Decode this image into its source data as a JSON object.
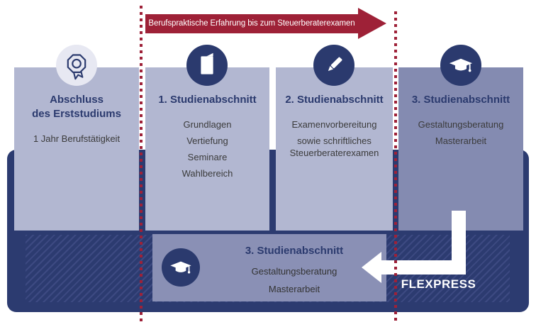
{
  "banner": {
    "label": "Berufspraktische Erfahrung bis zum Steuerberaterexamen",
    "color": "#9e2137",
    "text_color": "#ffffff"
  },
  "timeline": {
    "dotted_line_color": "#9e2138",
    "lines": [
      "left-boundary",
      "right-boundary"
    ]
  },
  "columns": [
    {
      "icon": "rosette-award-icon",
      "icon_style": "navy outline on light circle",
      "title": "Abschluss\ndes Erststudiums",
      "items": [
        "1 Jahr Berufstätigkeit"
      ]
    },
    {
      "icon": "booklet-icon",
      "icon_style": "white on navy circle",
      "title": "1. Studienabschnitt",
      "items": [
        "Grundlagen",
        "Vertiefung",
        "Seminare",
        "Wahlbereich"
      ]
    },
    {
      "icon": "pen-icon",
      "icon_style": "white on navy circle",
      "title": "2. Studienabschnitt",
      "items": [
        "Examenvorbereitung",
        "sowie schriftliches Steuerberaterexamen"
      ]
    },
    {
      "icon": "graduation-cap-icon",
      "icon_style": "white on navy circle",
      "title": "3. Studienabschnitt",
      "items": [
        "Gestaltungsberatung",
        "Masterarbeit"
      ]
    }
  ],
  "flexpress": {
    "label": "FLEXPRESS",
    "box": {
      "icon": "graduation-cap-icon",
      "title": "3. Studienabschnitt",
      "items": [
        "Gestaltungsberatung",
        "Masterarbeit"
      ]
    },
    "arrow": "white L-shaped arrow pointing left"
  },
  "colors": {
    "navy": "#2b3a6e",
    "band_navy": "#2c3b70",
    "hatch_stripe": "#3d4a82",
    "light_column": "#b2b7d1",
    "dark_column": "#848bb1",
    "flexpress_box": "#8a90b5",
    "light_circle": "#e7e8f2",
    "red": "#9e2137",
    "body_text": "#3b3b3b",
    "white": "#ffffff"
  }
}
